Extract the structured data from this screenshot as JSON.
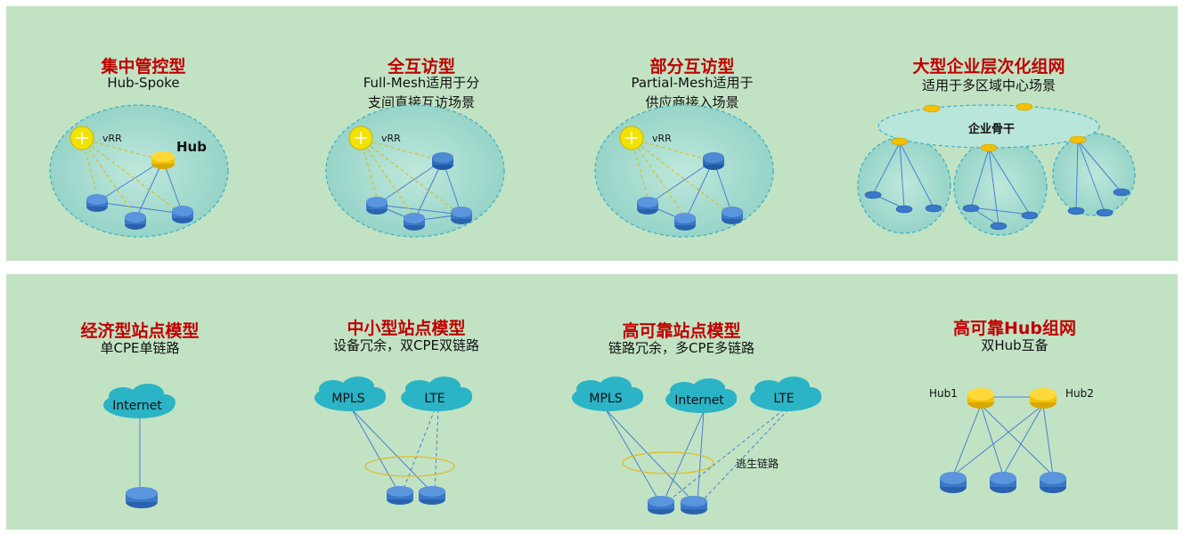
{
  "colors": {
    "panel_bg": "#c1e3c4",
    "title_red": "#c00000",
    "router_blue": "#3a78c9",
    "router_yellow": "#f2c100",
    "cloud_teal": "#2bb3c6",
    "ellipse_fill": "#9fd8cc",
    "ellipse_stroke": "#3aaec6"
  },
  "top": {
    "hub_spoke": {
      "title": "集中管控型",
      "subtitle": [
        "Hub-Spoke"
      ],
      "labels": {
        "vrr": "vRR",
        "hub": "Hub"
      }
    },
    "full_mesh": {
      "title": "全互访型",
      "subtitle": [
        "Full-Mesh适用于分",
        "支间直接互访场景"
      ],
      "labels": {
        "vrr": "vRR"
      }
    },
    "partial_mesh": {
      "title": "部分互访型",
      "subtitle": [
        "Partial-Mesh适用于",
        "供应商接入场景"
      ],
      "labels": {
        "vrr": "vRR"
      }
    },
    "hierarchical": {
      "title": "大型企业层次化组网",
      "subtitle": [
        "适用于多区域中心场景"
      ],
      "labels": {
        "backbone": "企业骨干"
      }
    }
  },
  "bottom": {
    "economy": {
      "title": "经济型站点模型",
      "subtitle": [
        "单CPE单链路"
      ],
      "clouds": [
        "Internet"
      ]
    },
    "small_medium": {
      "title": "中小型站点模型",
      "subtitle": [
        "设备冗余，双CPE双链路"
      ],
      "clouds": [
        "MPLS",
        "LTE"
      ]
    },
    "high_reliability": {
      "title": "高可靠站点模型",
      "subtitle": [
        "链路冗余，多CPE多链路"
      ],
      "clouds": [
        "MPLS",
        "Internet",
        "LTE"
      ],
      "escape_label": "逃生链路"
    },
    "hub_network": {
      "title": "高可靠Hub组网",
      "subtitle": [
        "双Hub互备"
      ],
      "labels": {
        "hub1": "Hub1",
        "hub2": "Hub2"
      }
    }
  }
}
